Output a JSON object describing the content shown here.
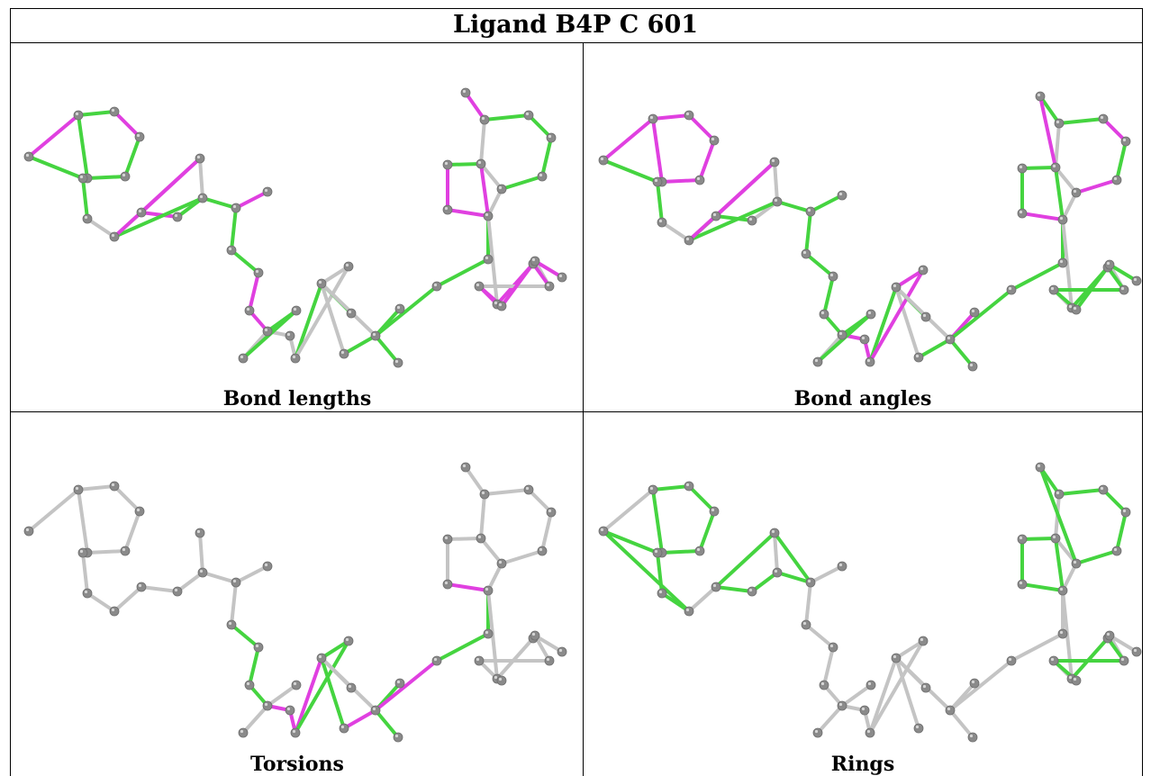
{
  "title": "Ligand B4P C 601",
  "colors": {
    "grey": "#c4c4c4",
    "green": "#45d440",
    "magenta": "#e040e0",
    "atom": "#8a8a8a"
  },
  "panels": [
    {
      "caption": "Bond lengths",
      "colors": {
        "default": "grey",
        "green": [
          [
            0,
            1
          ],
          [
            2,
            3
          ],
          [
            3,
            4
          ],
          [
            4,
            0
          ],
          [
            5,
            6
          ],
          [
            6,
            7
          ],
          [
            10,
            11
          ],
          [
            11,
            12
          ],
          [
            11,
            8
          ],
          [
            12,
            15
          ],
          [
            15,
            16
          ],
          [
            31,
            32
          ],
          [
            32,
            33
          ],
          [
            33,
            34
          ],
          [
            34,
            35
          ],
          [
            36,
            37
          ],
          [
            39,
            40
          ],
          [
            40,
            41
          ],
          [
            24,
            41
          ],
          [
            25,
            24
          ],
          [
            26,
            24
          ],
          [
            29,
            24
          ],
          [
            18,
            22
          ],
          [
            19,
            22
          ],
          [
            20,
            21
          ],
          [
            23,
            21
          ]
        ],
        "magenta": [
          [
            0,
            5
          ],
          [
            1,
            2
          ],
          [
            9,
            10
          ],
          [
            9,
            13
          ],
          [
            12,
            14
          ],
          [
            13,
            8
          ],
          [
            16,
            17
          ],
          [
            30,
            31
          ],
          [
            36,
            39
          ],
          [
            38,
            37
          ],
          [
            38,
            39
          ],
          [
            42,
            43
          ],
          [
            42,
            44
          ],
          [
            44,
            45
          ],
          [
            45,
            46
          ],
          [
            43,
            47
          ],
          [
            46,
            48
          ],
          [
            17,
            18
          ]
        ]
      }
    },
    {
      "caption": "Bond angles",
      "colors": {
        "default": "grey",
        "green": [
          [
            5,
            6
          ],
          [
            6,
            7
          ],
          [
            8,
            9
          ],
          [
            9,
            10
          ],
          [
            8,
            11
          ],
          [
            11,
            12
          ],
          [
            12,
            14
          ],
          [
            12,
            15
          ],
          [
            15,
            16
          ],
          [
            16,
            17
          ],
          [
            18,
            22
          ],
          [
            17,
            18
          ],
          [
            19,
            22
          ],
          [
            20,
            21
          ],
          [
            23,
            21
          ],
          [
            24,
            25
          ],
          [
            24,
            26
          ],
          [
            24,
            29
          ],
          [
            24,
            41
          ],
          [
            40,
            41
          ],
          [
            39,
            40
          ],
          [
            36,
            39
          ],
          [
            30,
            31
          ],
          [
            31,
            32
          ],
          [
            33,
            34
          ],
          [
            36,
            37
          ],
          [
            37,
            38
          ],
          [
            42,
            43
          ],
          [
            42,
            45
          ],
          [
            44,
            45
          ],
          [
            45,
            46
          ],
          [
            43,
            47
          ],
          [
            46,
            48
          ],
          [
            44,
            47
          ]
        ],
        "magenta": [
          [
            0,
            1
          ],
          [
            1,
            2
          ],
          [
            2,
            3
          ],
          [
            3,
            4
          ],
          [
            4,
            0
          ],
          [
            0,
            5
          ],
          [
            9,
            13
          ],
          [
            13,
            8
          ],
          [
            18,
            27
          ],
          [
            27,
            20
          ],
          [
            20,
            28
          ],
          [
            28,
            21
          ],
          [
            29,
            24
          ],
          [
            32,
            33
          ],
          [
            34,
            35
          ],
          [
            38,
            39
          ],
          [
            30,
            36
          ]
        ]
      }
    },
    {
      "caption": "Torsions",
      "colors": {
        "default": "grey",
        "green": [
          [
            15,
            16
          ],
          [
            16,
            17
          ],
          [
            17,
            18
          ],
          [
            20,
            28
          ],
          [
            28,
            21
          ],
          [
            21,
            25
          ],
          [
            24,
            26
          ],
          [
            24,
            25
          ],
          [
            29,
            24
          ],
          [
            40,
            41
          ],
          [
            39,
            40
          ]
        ],
        "magenta": [
          [
            18,
            27
          ],
          [
            27,
            20
          ],
          [
            20,
            21
          ],
          [
            25,
            24
          ],
          [
            24,
            41
          ],
          [
            38,
            39
          ]
        ]
      }
    },
    {
      "caption": "Rings",
      "colors": {
        "default": "grey",
        "green": [
          [
            0,
            1
          ],
          [
            1,
            2
          ],
          [
            2,
            3
          ],
          [
            3,
            4
          ],
          [
            4,
            0
          ],
          [
            5,
            6
          ],
          [
            6,
            7
          ],
          [
            7,
            8
          ],
          [
            8,
            5
          ],
          [
            9,
            10
          ],
          [
            10,
            11
          ],
          [
            11,
            12
          ],
          [
            12,
            13
          ],
          [
            13,
            9
          ],
          [
            30,
            31
          ],
          [
            31,
            32
          ],
          [
            32,
            33
          ],
          [
            33,
            34
          ],
          [
            34,
            35
          ],
          [
            35,
            30
          ],
          [
            36,
            37
          ],
          [
            37,
            38
          ],
          [
            38,
            39
          ],
          [
            39,
            36
          ],
          [
            42,
            43
          ],
          [
            43,
            47
          ],
          [
            47,
            44
          ],
          [
            44,
            45
          ],
          [
            45,
            42
          ]
        ],
        "magenta": []
      }
    }
  ]
}
